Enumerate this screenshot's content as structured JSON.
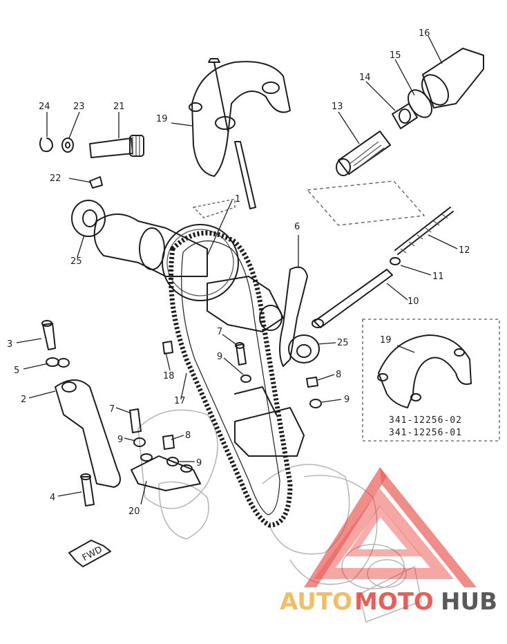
{
  "callouts": {
    "c1": "1",
    "c2": "2",
    "c3": "3",
    "c4": "4",
    "c5": "5",
    "c6": "6",
    "c7a": "7",
    "c7b": "7",
    "c8a": "8",
    "c8b": "8",
    "c9a": "9",
    "c9b": "9",
    "c9c": "9",
    "c9d": "9",
    "c10": "10",
    "c11": "11",
    "c12": "12",
    "c13": "13",
    "c14": "14",
    "c15": "15",
    "c16": "16",
    "c17": "17",
    "c18": "18",
    "c19a": "19",
    "c19b": "19",
    "c20": "20",
    "c21": "21",
    "c22": "22",
    "c23": "23",
    "c24": "24",
    "c25a": "25",
    "c25b": "25"
  },
  "inset": {
    "part_numbers": [
      "341-12256-02",
      "341-12256-01"
    ]
  },
  "fwd_label": "FWD",
  "watermark": {
    "part1": "AUTO",
    "part2": "MOTO",
    "part3": "HUB",
    "color_auto": "#f2b24a",
    "color_moto": "#e8413a",
    "color_hub": "#3d3d3d"
  }
}
